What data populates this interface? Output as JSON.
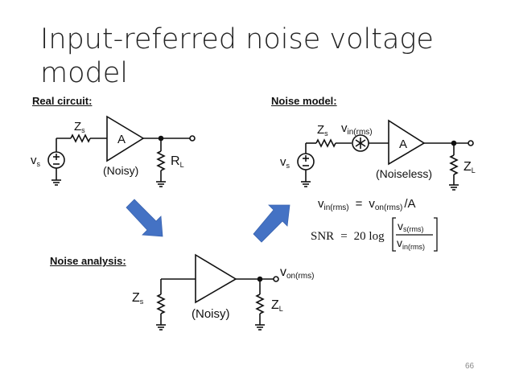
{
  "title": {
    "line1": "Input-referred noise voltage",
    "line2": "model"
  },
  "page_number": "66",
  "accent_color": "#4472C4",
  "sections": {
    "real_circuit": {
      "heading": "Real circuit:",
      "source_label": "v",
      "source_sub": "s",
      "zs_label": "Z",
      "zs_sub": "s",
      "amp_label": "A",
      "amp_note": "(Noisy)",
      "load_label": "R",
      "load_sub": "L"
    },
    "noise_model": {
      "heading": "Noise model:",
      "source_label": "v",
      "source_sub": "s",
      "zs_label": "Z",
      "zs_sub": "s",
      "noise_label": "v",
      "noise_sub": "in(rms)",
      "amp_label": "A",
      "amp_note": "(Noiseless)",
      "load_label": "Z",
      "load_sub": "L"
    },
    "noise_analysis": {
      "heading": "Noise analysis:",
      "zs_label": "Z",
      "zs_sub": "s",
      "amp_note": "(Noisy)",
      "load_label": "Z",
      "load_sub": "L",
      "out_label": "v",
      "out_sub": "on(rms)"
    }
  },
  "equations": {
    "eq1": {
      "lhs": "v",
      "lhs_sub": "in(rms)",
      "eq": "=",
      "rhs": "v",
      "rhs_sub": "on(rms)",
      "div": "/",
      "den": "A"
    },
    "snr": {
      "label": "SNR",
      "eq": "=",
      "coef": "20 log",
      "num": "v",
      "num_sub": "s(rms)",
      "den": "v",
      "den_sub": "in(rms)"
    }
  },
  "icons": {
    "arrow_down_right": "arrow-down-right",
    "arrow_up_right": "arrow-up-right"
  }
}
